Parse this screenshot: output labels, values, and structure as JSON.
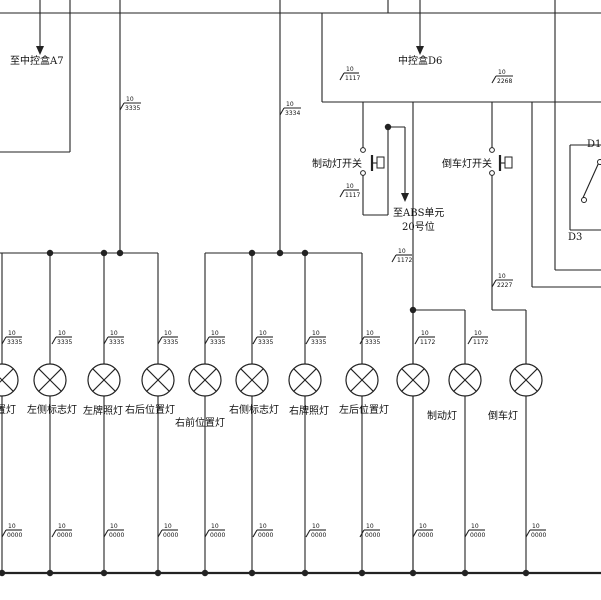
{
  "labels": {
    "to_central_a7": "至中控盒A7",
    "central_d6": "中控盒D6",
    "brake_switch": "制动灯开关",
    "reverse_switch": "倒车灯开关",
    "to_abs_l1": "至ABS单元",
    "to_abs_l2": "20号位",
    "d_top": "D1",
    "d_bottom": "D3"
  },
  "lamps": [
    {
      "label": "置灯"
    },
    {
      "label": "左侧标志灯"
    },
    {
      "label": "左牌照灯"
    },
    {
      "label": "右后位置灯"
    },
    {
      "label": "右前位置灯"
    },
    {
      "label": "右侧标志灯"
    },
    {
      "label": "右牌照灯"
    },
    {
      "label": "左后位置灯"
    },
    {
      "label": "制动灯"
    },
    {
      "label": "倒车灯"
    }
  ],
  "wires": {
    "w_1117_top": {
      "size": "10",
      "code": "1117"
    },
    "w_1117_low": {
      "size": "10",
      "code": "1117"
    },
    "w_2268": {
      "size": "10",
      "code": "2268"
    },
    "w_3335_main": {
      "size": "10",
      "code": "3335"
    },
    "w_3334_main": {
      "size": "10",
      "code": "3334"
    },
    "w_1172_abs": {
      "size": "10",
      "code": "1172"
    },
    "w_2227": {
      "size": "10",
      "code": "2227"
    },
    "lamp_top": [
      {
        "size": "10",
        "code": "3335"
      },
      {
        "size": "10",
        "code": "3335"
      },
      {
        "size": "10",
        "code": "3335"
      },
      {
        "size": "10",
        "code": "3335"
      },
      {
        "size": "10",
        "code": "3335"
      },
      {
        "size": "10",
        "code": "3335"
      },
      {
        "size": "10",
        "code": "3335"
      },
      {
        "size": "10",
        "code": "3335"
      },
      {
        "size": "10",
        "code": "1172"
      },
      {
        "size": "10",
        "code": "1172"
      }
    ],
    "ground": [
      {
        "size": "10",
        "code": "0000"
      },
      {
        "size": "10",
        "code": "0000"
      },
      {
        "size": "10",
        "code": "0000"
      },
      {
        "size": "10",
        "code": "0000"
      },
      {
        "size": "10",
        "code": "0000"
      },
      {
        "size": "10",
        "code": "0000"
      },
      {
        "size": "10",
        "code": "0000"
      },
      {
        "size": "10",
        "code": "0000"
      },
      {
        "size": "10",
        "code": "0000"
      },
      {
        "size": "10",
        "code": "0000"
      },
      {
        "size": "10",
        "code": "0000"
      }
    ]
  }
}
